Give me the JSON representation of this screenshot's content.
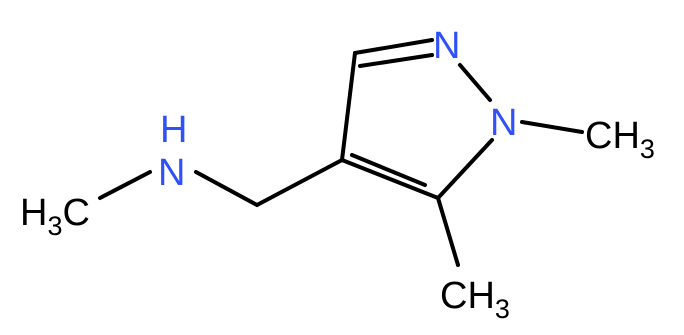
{
  "molecule": {
    "colors": {
      "bond": "#000000",
      "carbon_label": "#000000",
      "nitrogen_label": "#3050F8"
    },
    "labels": {
      "n_ring_top": "N",
      "n_ring_methyl": "N",
      "nh_n": "N",
      "nh_h": "H",
      "ch3_right": {
        "main": "CH",
        "sub": "3"
      },
      "ch3_bottom": {
        "main": "CH",
        "sub": "3"
      },
      "ch3_left": {
        "h": "H",
        "sub": "3",
        "c": "C"
      }
    }
  }
}
